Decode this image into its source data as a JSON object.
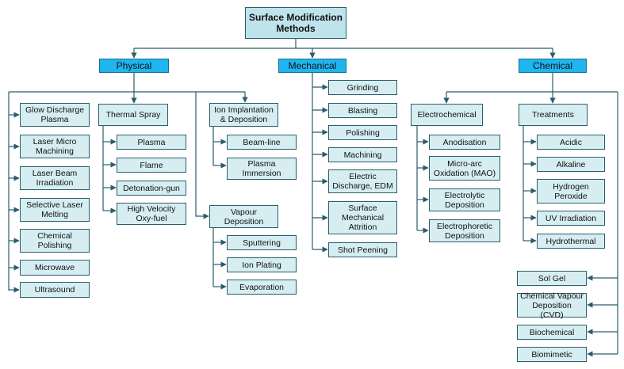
{
  "root": "Surface Modification\nMethods",
  "categories": {
    "physical": "Physical",
    "mechanical": "Mechanical",
    "chemical": "Chemical"
  },
  "physical": {
    "left_column": [
      "Glow Discharge\nPlasma",
      "Laser Micro\nMachining",
      "Laser Beam\nIrradiation",
      "Selective Laser\nMelting",
      "Chemical\nPolishing",
      "Microwave",
      "Ultrasound"
    ],
    "thermal_spray": {
      "label": "Thermal Spray",
      "items": [
        "Plasma",
        "Flame",
        "Detonation-gun",
        "High Velocity\nOxy-fuel"
      ]
    },
    "ion_implantation": {
      "label": "Ion Implantation\n& Deposition",
      "items": [
        "Beam-line",
        "Plasma\nImmersion"
      ]
    },
    "vapour_deposition": {
      "label": "Vapour\nDeposition",
      "items": [
        "Sputtering",
        "Ion Plating",
        "Evaporation"
      ]
    }
  },
  "mechanical": {
    "items": [
      "Grinding",
      "Blasting",
      "Polishing",
      "Machining",
      "Electric\nDischarge, EDM",
      "Surface\nMechanical\nAttrition",
      "Shot Peening"
    ]
  },
  "chemical": {
    "electrochemical": {
      "label": "Electrochemical",
      "items": [
        "Anodisation",
        "Micro-arc\nOxidation (MAO)",
        "Electrolytic\nDeposition",
        "Electrophoretic\nDeposition"
      ]
    },
    "treatments": {
      "label": "Treatments",
      "items": [
        "Acidic",
        "Alkaline",
        "Hydrogen\nPeroxide",
        "UV Irradiation",
        "Hydrothermal"
      ]
    },
    "right_column": [
      "Sol Gel",
      "Chemical Vapour\nDeposition (CVD)",
      "Biochemical",
      "Biomimetic"
    ]
  }
}
